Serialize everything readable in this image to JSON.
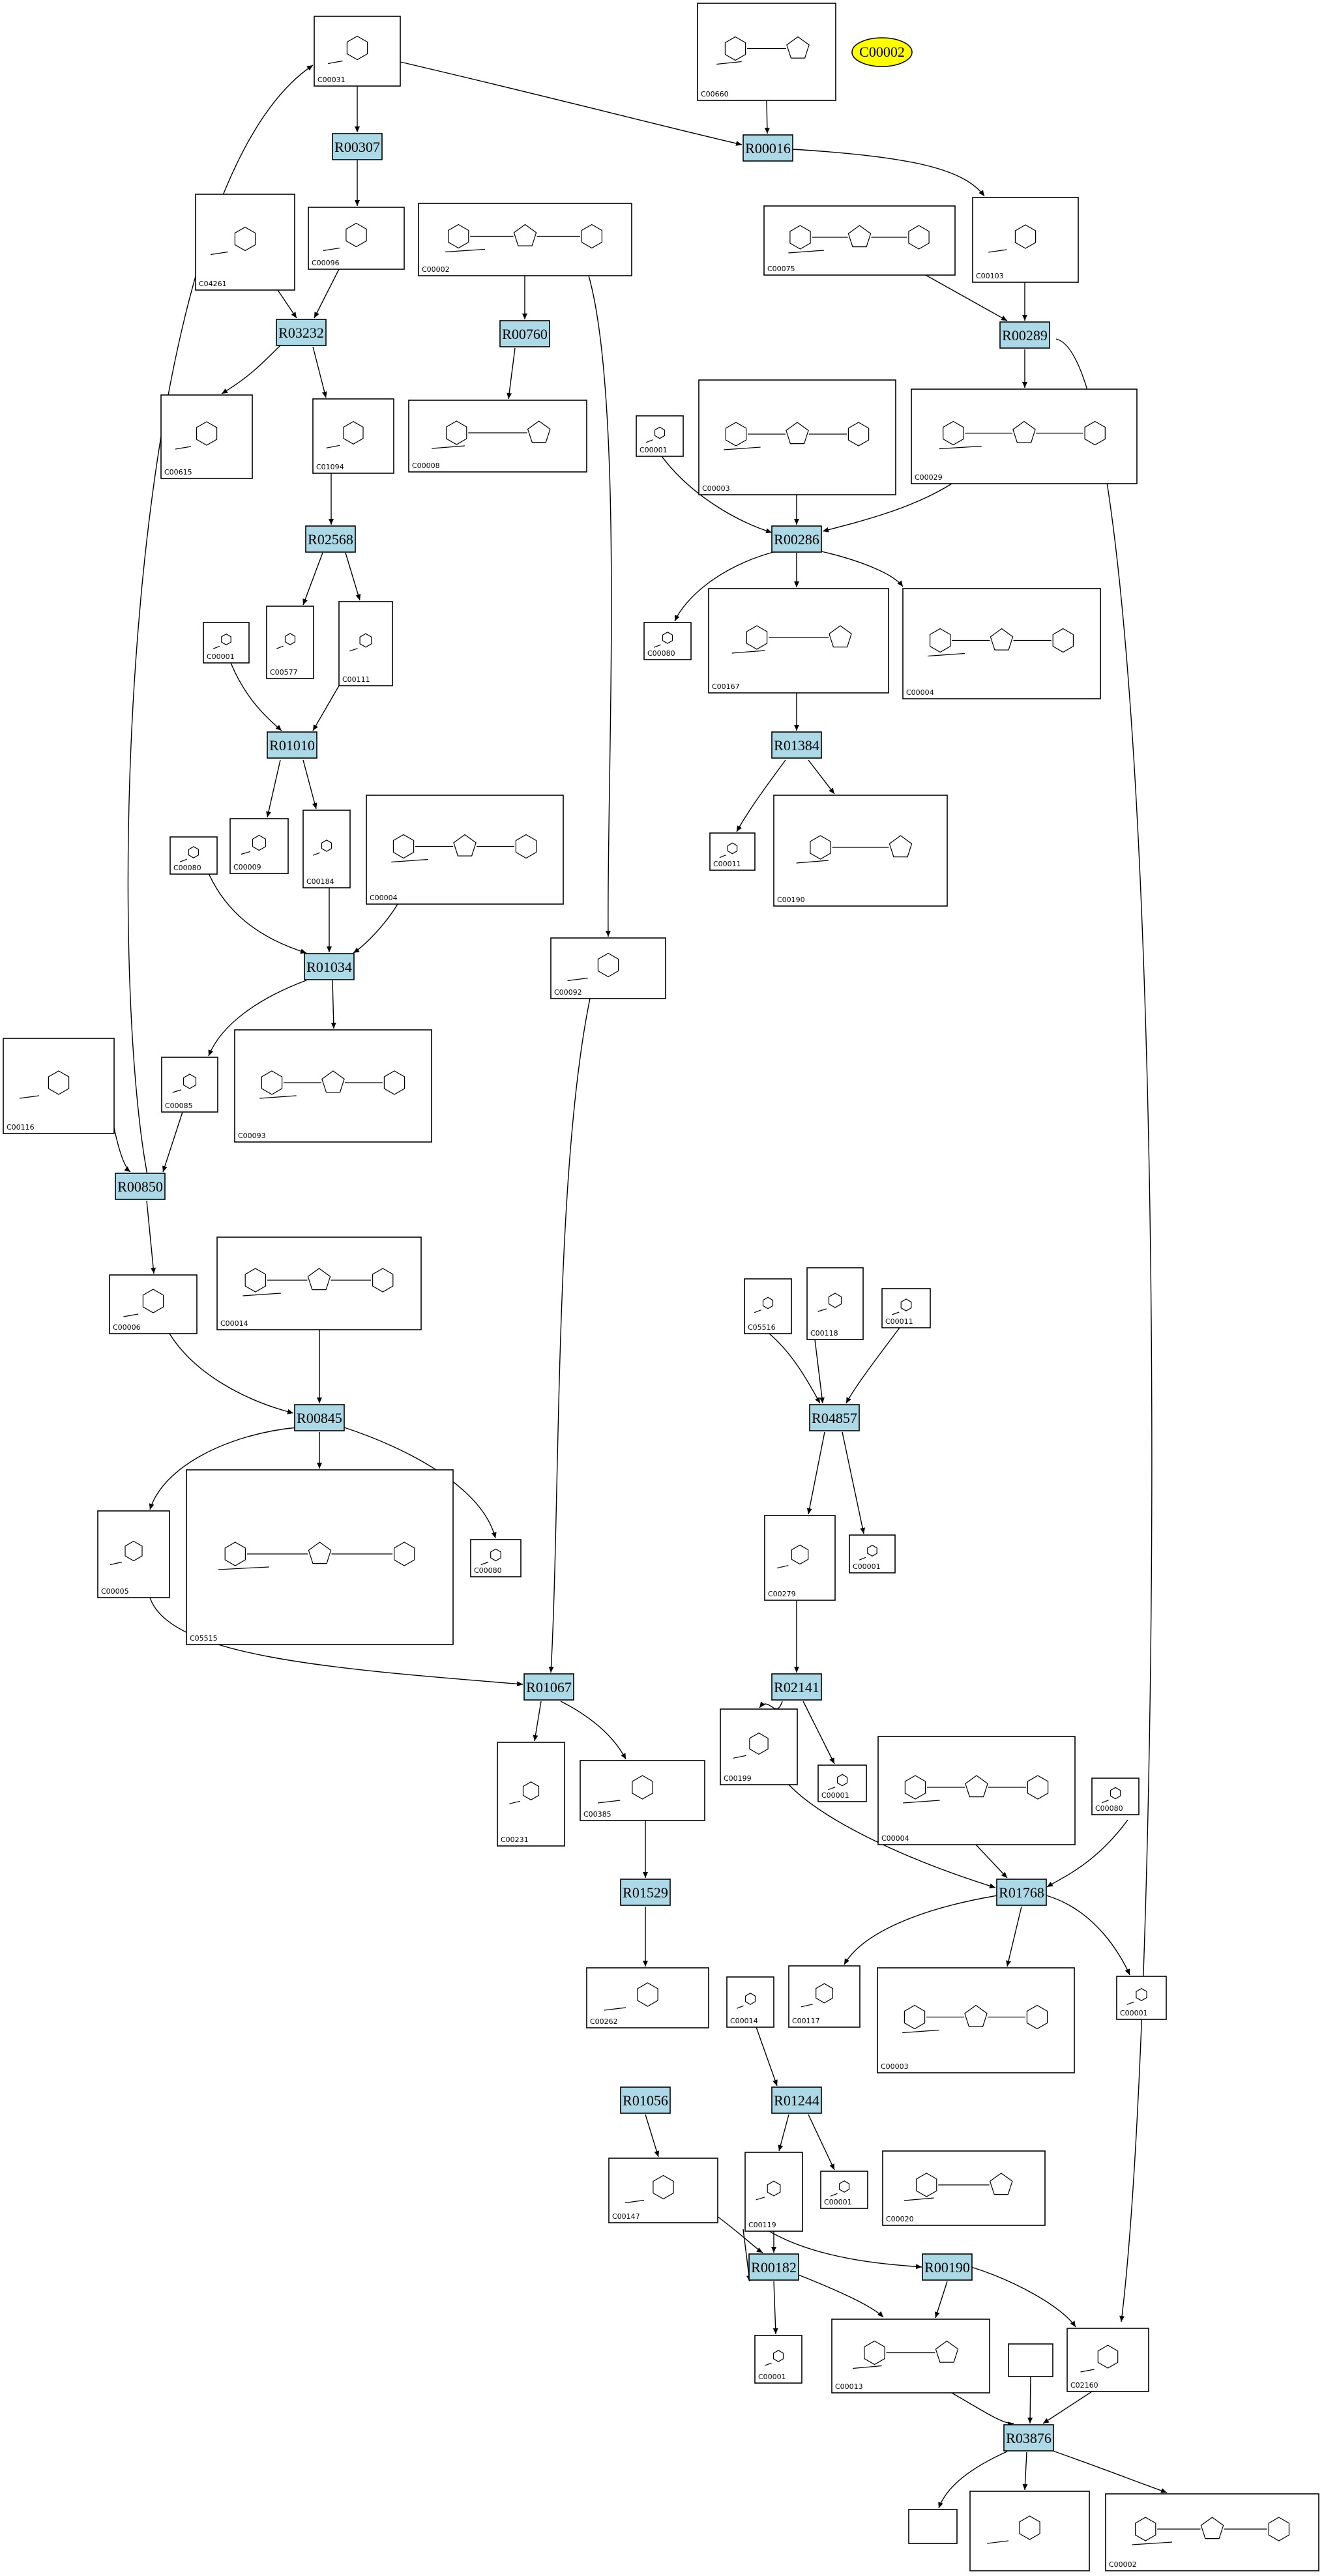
{
  "highlight": {
    "label": "C00002",
    "color": "#ffff00"
  },
  "colors": {
    "reaction_fill": "#add8e6",
    "compound_fill": "#ffffff",
    "stroke": "#000000"
  },
  "reactions": [
    "R00307",
    "R00016",
    "R03232",
    "R00760",
    "R00289",
    "R02568",
    "R00286",
    "R01010",
    "R01384",
    "R01034",
    "R00850",
    "R00845",
    "R04857",
    "R01067",
    "R02141",
    "R01768",
    "R01529",
    "R01056",
    "R01244",
    "R00182",
    "R00190",
    "R03876"
  ],
  "compounds": [
    "C00031",
    "C00660",
    "C04261",
    "C00096",
    "C00002",
    "C00075",
    "C00103",
    "C00615",
    "C01094",
    "C00008",
    "C00001",
    "C00003",
    "C00029",
    "C00577",
    "C00111",
    "C00080",
    "C00167",
    "C00004",
    "C00009",
    "C00184",
    "C00011",
    "C00190",
    "C00092",
    "C00116",
    "C00085",
    "C00093",
    "C00006",
    "C00014",
    "C05516",
    "C00118",
    "C00005",
    "C05515",
    "C00279",
    "C00231",
    "C00385",
    "C00199",
    "C00262",
    "C00117",
    "C00147",
    "C00119",
    "C00020",
    "C00013",
    "C02160"
  ]
}
